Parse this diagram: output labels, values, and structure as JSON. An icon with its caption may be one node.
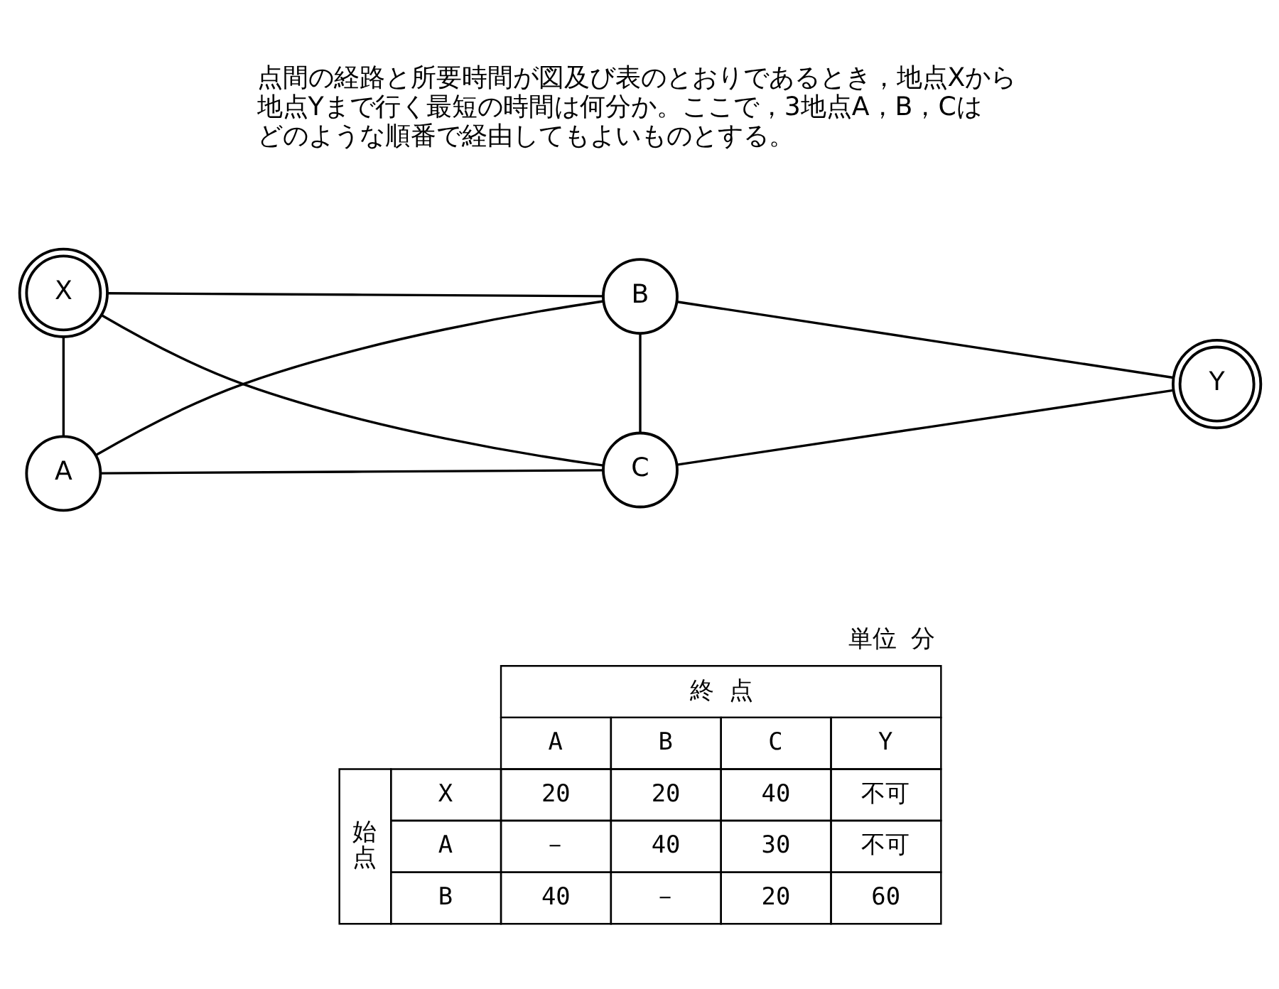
{
  "diagram": {
    "nodes": [
      {
        "text": [
          "X"
        ]
      },
      {
        "text": [
          "B"
        ]
      },
      {
        "text": [
          "Y"
        ]
      },
      {
        "text": [
          "A"
        ]
      },
      {
        "text": [
          "C"
        ]
      }
    ],
    "edges": [
      {
        "from": 0,
        "to": 1,
        "arrow": "none"
      },
      {
        "from": 0,
        "to": 3,
        "arrow": "none"
      },
      {
        "from": 0,
        "to": 4,
        "arrow": "none"
      },
      {
        "from": 1,
        "to": 4,
        "arrow": "none"
      },
      {
        "from": 1,
        "to": 2,
        "arrow": "none"
      },
      {
        "from": 3,
        "to": 1,
        "arrow": "none"
      },
      {
        "from": 3,
        "to": 4,
        "arrow": "none"
      },
      {
        "from": 4,
        "to": 2,
        "arrow": "none"
      }
    ],
    "labels": [
      "点間の経路と所要時間が図及び表のとおりであるとき，地点Xから地点Yまで行く最短の時間は何分か。ここで，3地点A，B，Cはどのような順番で経由してもよいものとする。",
      "単位 分",
      "終 点",
      "A",
      "B",
      "C",
      "Y",
      "始点",
      "X",
      "20",
      "20",
      "40",
      "不可",
      "A",
      "－",
      "40",
      "30",
      "不可",
      "B",
      "40",
      "－",
      "20",
      "60"
    ]
  }
}
